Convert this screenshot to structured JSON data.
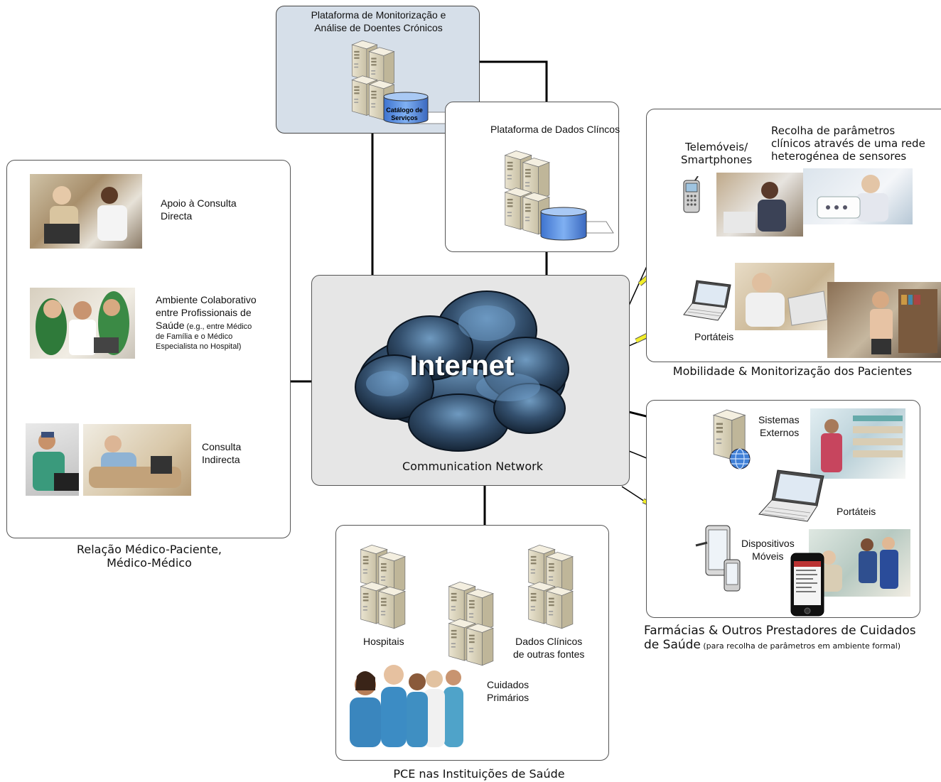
{
  "monitoring_platform": {
    "title_line1": "Plataforma de Monitorização e",
    "title_line2": "Análise de Doentes Crónicos",
    "catalog_line1": "Catálogo de",
    "catalog_line2": "Serviços"
  },
  "clinical_platform": {
    "title": "Plataforma de Dados Clíncos"
  },
  "doctor_relation": {
    "item1_line1": "Apoio à Consulta",
    "item1_line2": "Directa",
    "item2_line1": "Ambiente Colaborativo",
    "item2_line2": "entre Profissionais de",
    "item2_line3a": "Saúde",
    "item2_line3b": " (e.g., entre Médico",
    "item2_line4": "de Família e o Médico",
    "item2_line5": "Especialista no Hospital)",
    "item3_line1": "Consulta",
    "item3_line2": "Indirecta",
    "caption_line1": "Relação Médico-Paciente,",
    "caption_line2": "Médico-Médico"
  },
  "internet": {
    "cloud_label": "Internet",
    "network_label": "Communication Network"
  },
  "mobility": {
    "phones_line1": "Telemóveis/",
    "phones_line2": "Smartphones",
    "sensors_line1": "Recolha de parâmetros",
    "sensors_line2": "clínicos através de uma rede",
    "sensors_line3": "heterogénea de sensores",
    "laptops": "Portáteis",
    "caption": "Mobilidade & Monitorização dos Pacientes"
  },
  "pharmacies": {
    "external_line1": "Sistemas",
    "external_line2": "Externos",
    "laptops": "Portáteis",
    "mobile_line1": "Dispositivos",
    "mobile_line2": "Móveis",
    "caption_line1": "Farmácias & Outros Prestadores de Cuidados",
    "caption_line2a": "de Saúde",
    "caption_line2b": " (para recolha de parâmetros em ambiente formal)"
  },
  "institutions": {
    "hospitals": "Hospitais",
    "other_sources_line1": "Dados Clínicos",
    "other_sources_line2": "de outras fontes",
    "primary_line1": "Cuidados",
    "primary_line2": "Primários",
    "caption": "PCE nas Instituições de Saúde"
  },
  "colors": {
    "platform_bg": "#d6dfe9",
    "network_bg": "#e6e6e6",
    "cloud_dark": "#1d2f45",
    "cloud_light": "#5a86ad",
    "lightning": "#f2ee2a",
    "db_blue": "#5b8fe0"
  }
}
